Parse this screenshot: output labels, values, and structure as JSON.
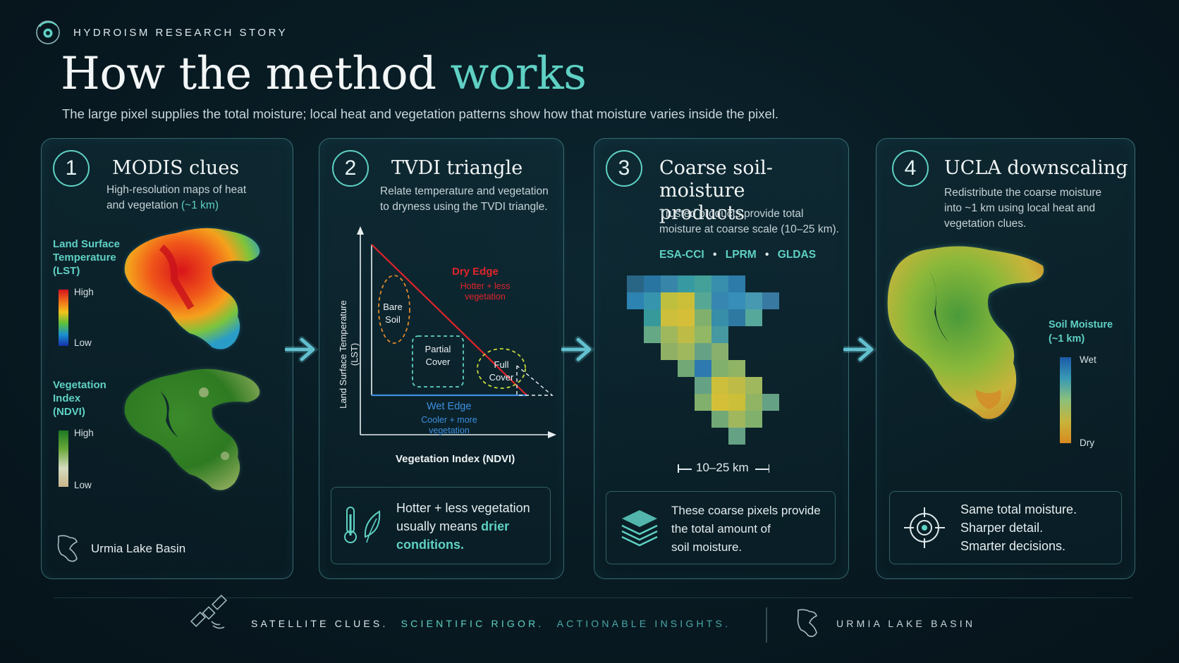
{
  "brand": {
    "text": "HYDROISM RESEARCH STORY"
  },
  "header": {
    "title_main": "How the method",
    "title_accent": "works",
    "subtitle": "The large pixel supplies the total moisture; local heat and vegetation patterns show how that moisture varies inside the pixel."
  },
  "colors": {
    "accent": "#5fd1c4",
    "dry_edge": "#e0242a",
    "wet_edge": "#3d8fe0",
    "background": "#081a22"
  },
  "cards": [
    {
      "number": "1",
      "title": "MODIS clues",
      "desc_line1": "High-resolution maps of heat",
      "desc_line2_a": "and vegetation ",
      "desc_line2_b": "(~1 km)",
      "lst_label_1": "Land Surface",
      "lst_label_2": "Temperature",
      "lst_label_3": "(LST)",
      "lst_high": "High",
      "lst_low": "Low",
      "ndvi_label_1": "Vegetation",
      "ndvi_label_2": "Index",
      "ndvi_label_3": "(NDVI)",
      "ndvi_high": "High",
      "ndvi_low": "Low",
      "basin": "Urmia Lake Basin",
      "icon": "basin-outline-icon"
    },
    {
      "number": "2",
      "title": "TVDI triangle",
      "desc_line1": "Relate temperature and vegetation",
      "desc_line2": "to dryness using the TVDI triangle.",
      "y_axis_1": "Land Surface Temperature",
      "y_axis_2": "(LST)",
      "x_axis": "Vegetation Index (NDVI)",
      "dry_edge": "Dry Edge",
      "dry_sub1": "Hotter + less",
      "dry_sub2": "vegetation",
      "wet_edge": "Wet Edge",
      "wet_sub1": "Cooler + more",
      "wet_sub2": "vegetation",
      "bare_1": "Bare",
      "bare_2": "Soil",
      "partial_1": "Partial",
      "partial_2": "Cover",
      "full_1": "Full",
      "full_2": "Cover",
      "callout_1": "Hotter + less vegetation",
      "callout_2a": "usually means ",
      "callout_2b": "drier",
      "callout_3": "conditions.",
      "icons": [
        "thermometer-icon",
        "leaf-icon"
      ]
    },
    {
      "number": "3",
      "title_1": "Coarse soil-moisture",
      "title_2": "products",
      "desc_line1": "Trusted products provide total",
      "desc_line2": "moisture at coarse scale (10–25 km).",
      "products": [
        "ESA-CCI",
        "LPRM",
        "GLDAS"
      ],
      "scale": "10–25 km",
      "callout_1": "These coarse pixels provide",
      "callout_2": "the total amount of",
      "callout_3": "soil moisture.",
      "icon": "layers-icon"
    },
    {
      "number": "4",
      "title": "UCLA downscaling",
      "desc_line1": "Redistribute the coarse moisture",
      "desc_line2": "into ~1 km using local heat and",
      "desc_line3": "vegetation clues.",
      "legend_1": "Soil Moisture",
      "legend_2": "(~1 km)",
      "wet": "Wet",
      "dry": "Dry",
      "callout_1": "Same total moisture.",
      "callout_2": "Sharper detail.",
      "callout_3": "Smarter decisions.",
      "icon": "target-icon"
    }
  ],
  "footer": {
    "part1": "SATELLITE CLUES.",
    "part2": "SCIENTIFIC RIGOR.",
    "part3": "ACTIONABLE INSIGHTS.",
    "location": "URMIA LAKE BASIN",
    "icons": [
      "satellite-icon",
      "basin-outline-icon"
    ]
  }
}
